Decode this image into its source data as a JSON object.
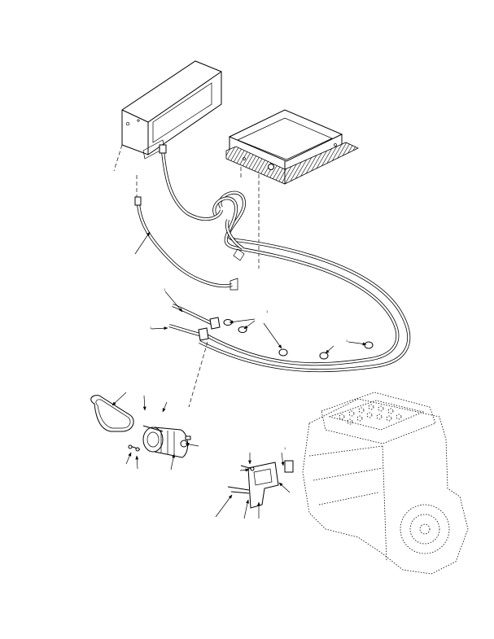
{
  "figure": {
    "reference_marks": [
      "1",
      "1",
      "1",
      "1",
      "1"
    ]
  }
}
